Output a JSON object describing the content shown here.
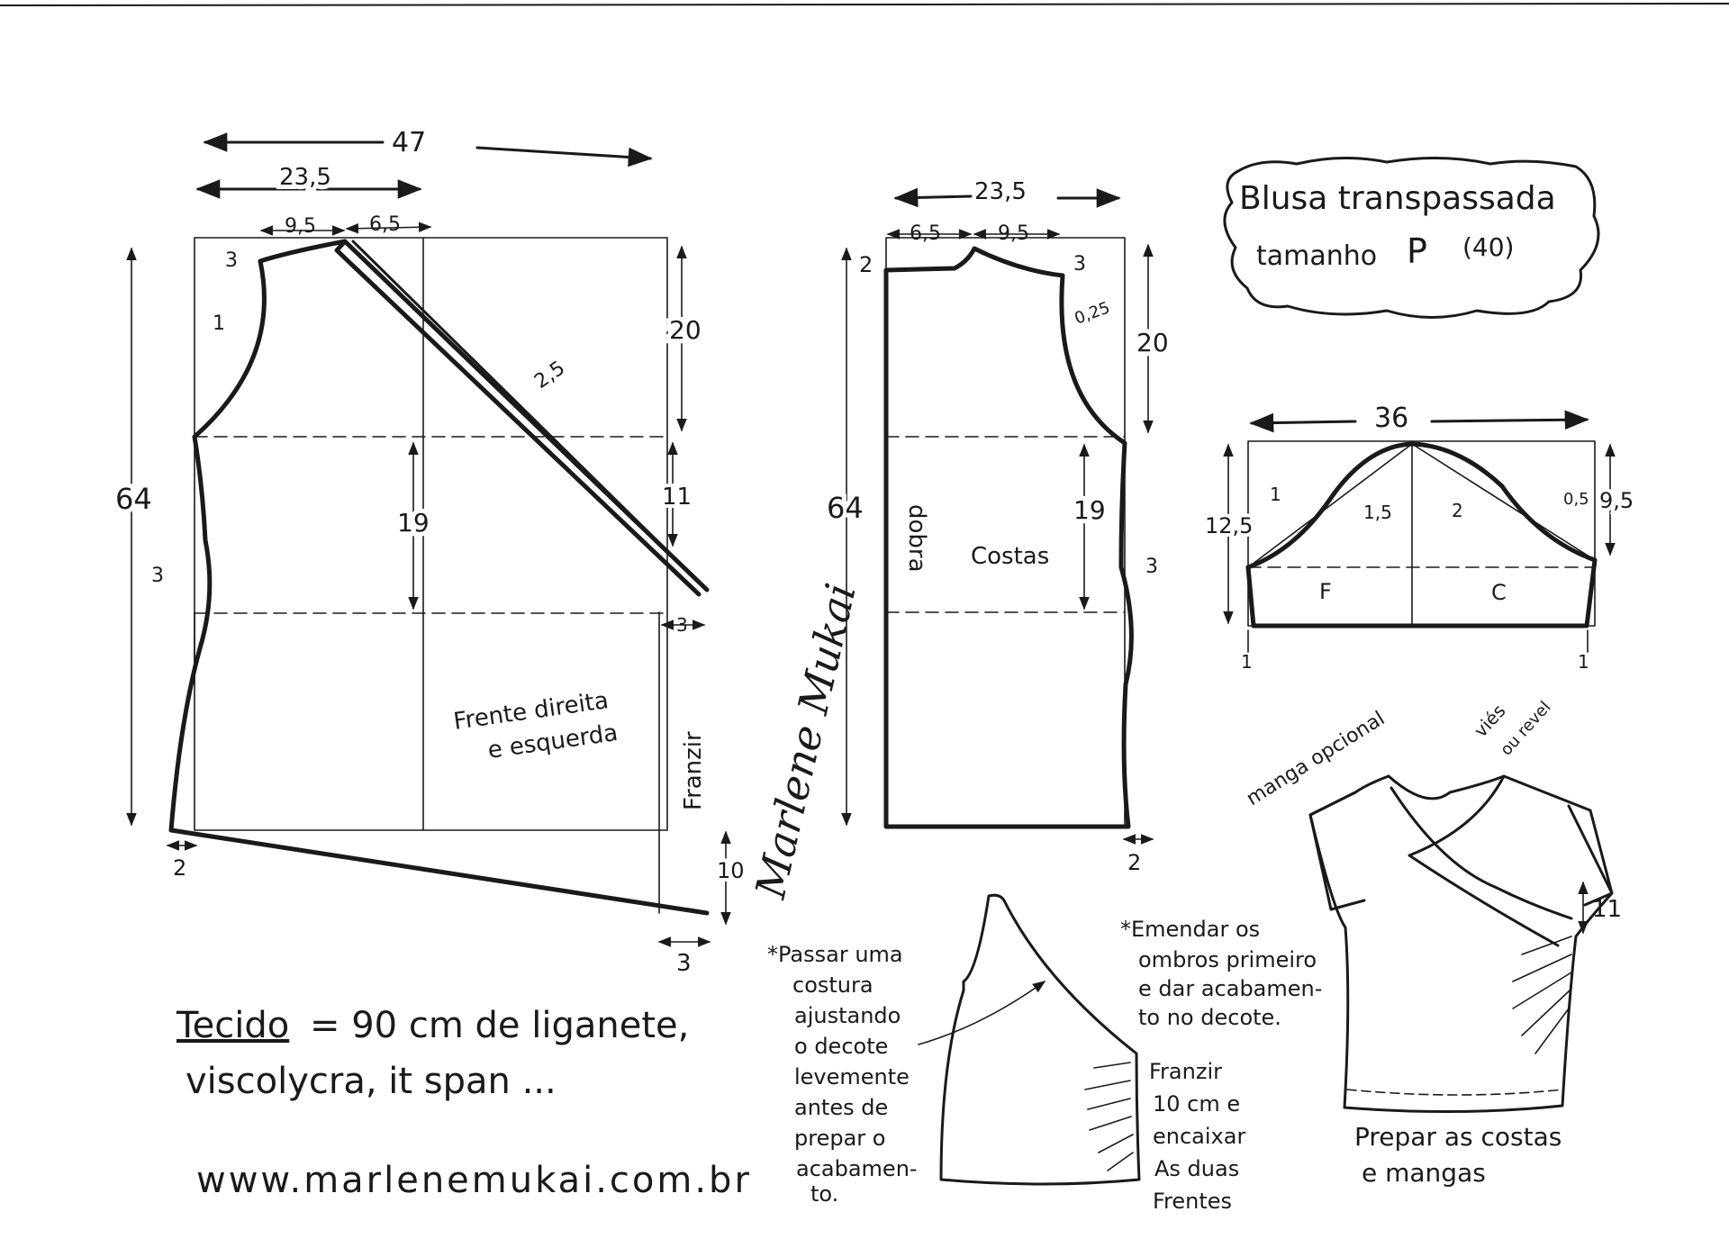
{
  "title_card": {
    "line1": "Blusa transpassada",
    "line2_prefix": "tamanho",
    "line2_size": "P",
    "line2_number": "(40)"
  },
  "front_pattern": {
    "label_line1": "Frente direita",
    "label_line2": "e esquerda",
    "gather_label": "Franzir",
    "total_width": "47",
    "half_width": "23,5",
    "neck_width": "9,5",
    "shoulder_width": "6,5",
    "shoulder_drop": "3",
    "armhole_curve": "1",
    "neckline_offset": "2,5",
    "length": "64",
    "armhole_depth": "20",
    "waist_depth": "19",
    "side_segment": "11",
    "waist_curve": "3",
    "hem_side_offset": "2",
    "hem_drop": "10",
    "hem_tab": "3",
    "side_tab": "3"
  },
  "back_pattern": {
    "label": "Costas",
    "fold_label": "dobra",
    "half_width": "23,5",
    "neck_width": "6,5",
    "shoulder_width": "9,5",
    "neck_drop": "2",
    "shoulder_drop": "3",
    "armhole_curve": "0,25",
    "length": "64",
    "armhole_depth": "20",
    "waist_depth": "19",
    "waist_curve": "3",
    "hem_offset": "2"
  },
  "sleeve_pattern": {
    "width": "36",
    "cap_height": "12,5",
    "side_height": "9,5",
    "front_label": "F",
    "back_label": "C",
    "front_curve_outer": "1",
    "front_curve_inner": "1,5",
    "back_curve_inner": "2",
    "back_curve_outer": "0,5",
    "hem_left": "1",
    "hem_right": "1"
  },
  "fabric_note": {
    "label": "Tecido",
    "line1": "= 90 cm de liganete,",
    "line2": "viscolycra, it span ..."
  },
  "website": "www.marlenemukai.com.br",
  "signature": "Marlene Mukai",
  "sewing_note_1": {
    "line1": "*Passar uma",
    "line2": "costura",
    "line3": "ajustando",
    "line4": "o decote",
    "line5": "levemente",
    "line6": "antes de",
    "line7": "prepar o",
    "line8": "acabamen-",
    "line9": "to."
  },
  "sewing_note_2": {
    "line1": "*Emendar os",
    "line2": "ombros primeiro",
    "line3": "e dar acabamen-",
    "line4": "to no decote."
  },
  "gather_note": {
    "line1": "Franzir",
    "line2": "10 cm e",
    "line3": "encaixar",
    "line4": "As duas",
    "line5": "Frentes"
  },
  "garment_sketch": {
    "sleeve_label": "manga opcional",
    "binding_label_1": "viés",
    "binding_label_2": "ou revel",
    "gather_measure": "11",
    "caption_line1": "Prepar as costas",
    "caption_line2": "e mangas"
  }
}
